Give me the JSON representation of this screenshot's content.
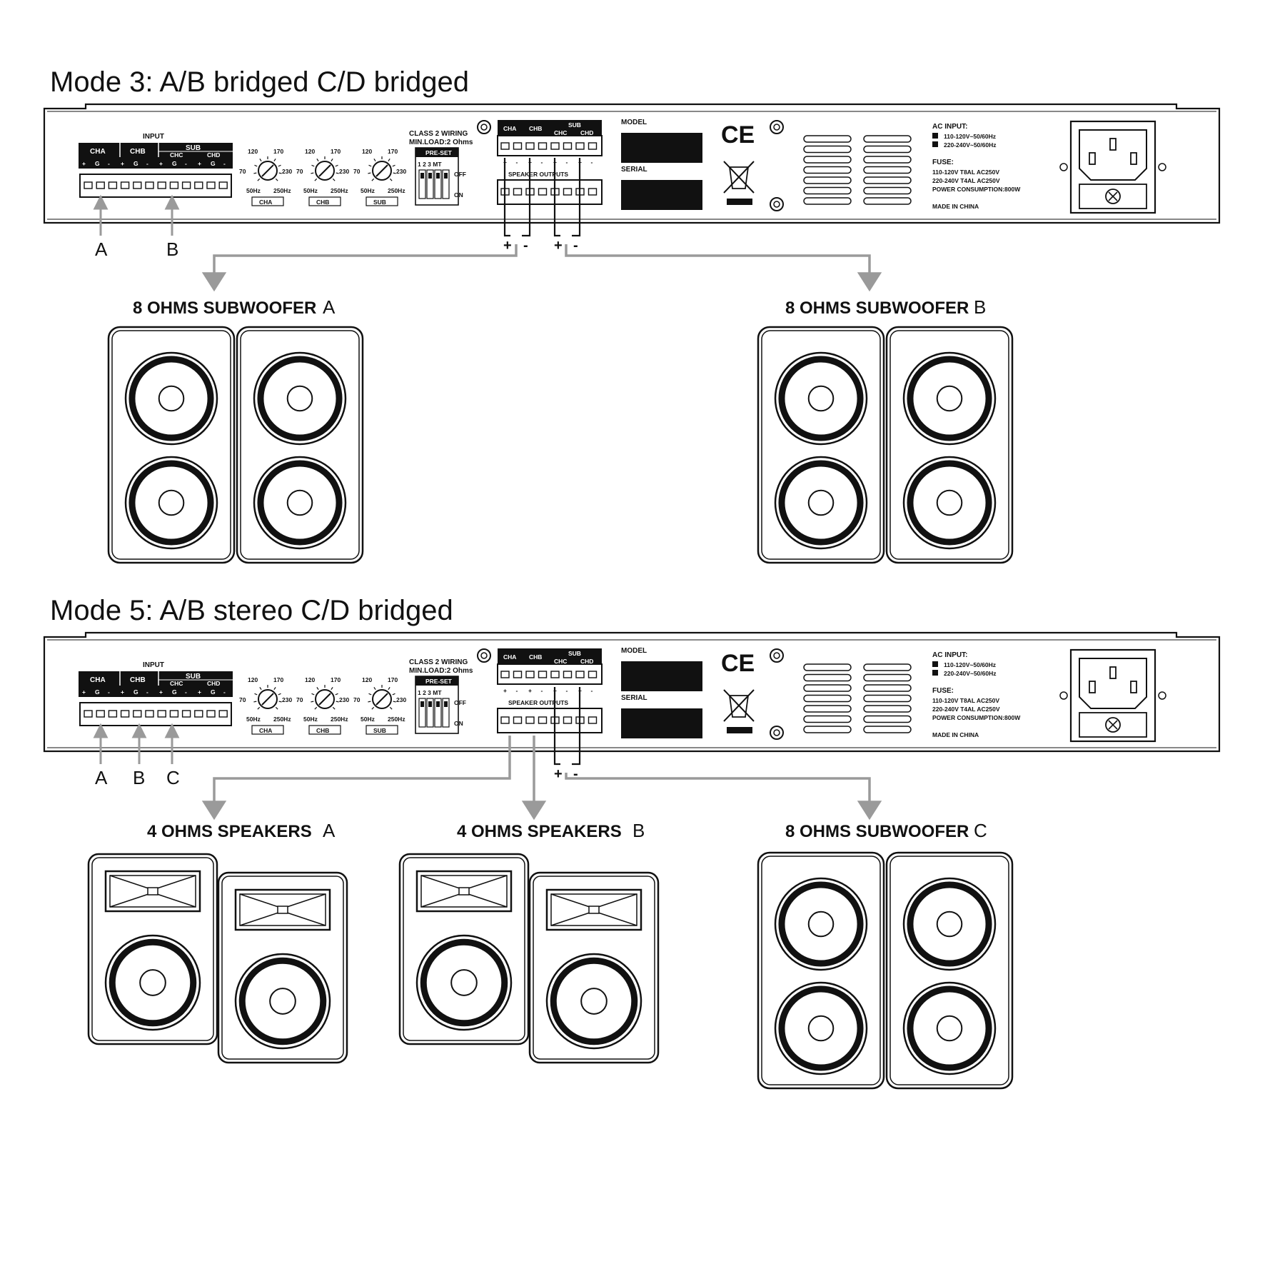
{
  "modes": [
    {
      "title": "Mode 3: A/B bridged C/D bridged",
      "input_labels": [
        "A",
        "B"
      ],
      "speaker_groups": [
        {
          "label": "8 OHMS SUBWOOFER",
          "letter": "A",
          "kind": "subwoofer"
        },
        {
          "label": "8 OHMS SUBWOOFER",
          "letter": "B",
          "kind": "subwoofer"
        }
      ],
      "terminal_signs": [
        [
          "+",
          "-"
        ],
        [
          "+",
          "-"
        ]
      ]
    },
    {
      "title": "Mode 5: A/B stereo C/D bridged",
      "input_labels": [
        "A",
        "B",
        "C"
      ],
      "speaker_groups": [
        {
          "label": "4 OHMS SPEAKERS",
          "letter": "A",
          "kind": "monitor"
        },
        {
          "label": "4 OHMS SPEAKERS",
          "letter": "B",
          "kind": "monitor"
        },
        {
          "label": "8 OHMS SUBWOOFER",
          "letter": "C",
          "kind": "subwoofer"
        }
      ],
      "terminal_signs": [
        [
          "+",
          "-"
        ]
      ]
    }
  ],
  "panel": {
    "input_title": "INPUT",
    "input_channels": [
      "CHA",
      "CHB",
      "SUB"
    ],
    "sub_channels": [
      "CHC",
      "CHD"
    ],
    "input_pins": [
      "+",
      "G",
      "-",
      "+",
      "G",
      "-",
      "+",
      "G",
      "-",
      "+",
      "G",
      "-"
    ],
    "knob_top": [
      "120",
      "170"
    ],
    "knob_left": "70",
    "knob_right": "230",
    "knob_bottom": [
      "50Hz",
      "250Hz"
    ],
    "knob_names": [
      "CHA",
      "CHB",
      "SUB"
    ],
    "class2_line1": "CLASS 2 WIRING",
    "class2_line2": "MIN.LOAD:2 Ohms",
    "preset_title": "PRE-SET",
    "preset_numbers": "1  2  3 MT",
    "preset_off": "OFF",
    "preset_on": "ON",
    "out_channels": [
      "CHA",
      "CHB"
    ],
    "out_sub": "SUB",
    "out_sub_channels": [
      "CHC",
      "CHD"
    ],
    "out_signs": [
      "+",
      "-",
      "+",
      "-",
      "+",
      "-",
      "+",
      "-"
    ],
    "speaker_outputs": "SPEAKER OUTPUTS",
    "model": "MODEL",
    "serial": "SERIAL",
    "ce_mark": "CE",
    "ac_input": "AC INPUT:",
    "ac_lines": [
      "110-120V~50/60Hz",
      "220-240V~50/60Hz"
    ],
    "fuse_title": "FUSE:",
    "fuse_lines": [
      "110-120V T8AL AC250V",
      "220-240V T4AL AC250V",
      "POWER CONSUMPTION:800W"
    ],
    "made_in": "MADE IN CHINA"
  },
  "colors": {
    "ink": "#111111",
    "arrow": "#9a9a9a",
    "panel_fill": "#ffffff"
  }
}
